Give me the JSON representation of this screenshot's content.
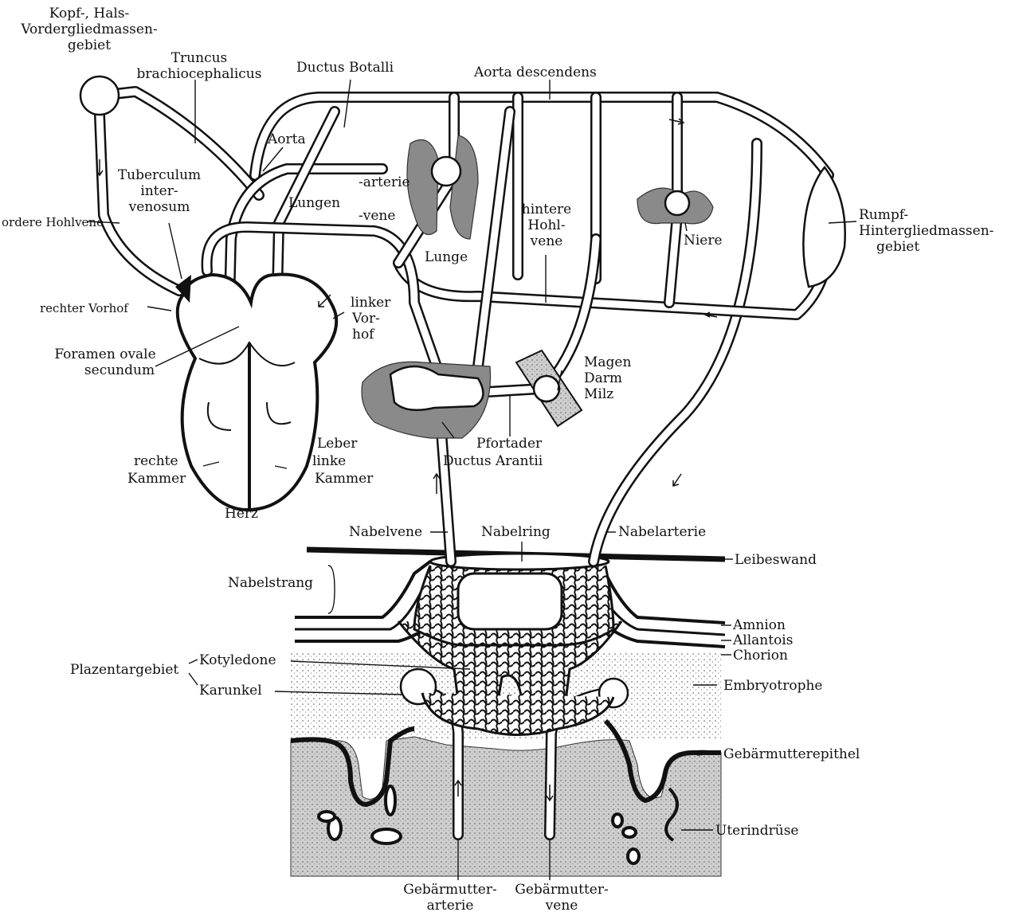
{
  "labels": {
    "kopf": [
      "Kopf-, Hals-",
      "Vordergliedmassen-",
      "gebiet"
    ],
    "truncus": [
      "Truncus",
      "brachiocephalicus"
    ],
    "ductus_botalli": "Ductus Botalli",
    "aorta_descendens": "Aorta descendens",
    "aorta": "Aorta",
    "tuberculum": [
      "Tuberculum",
      "inter-",
      "venosum"
    ],
    "lungen_arterie": "-arterie",
    "lungen": "Lungen",
    "lungen_vene": "-vene",
    "vordere_hohlvene": "ordere Hohlvene",
    "hintere_hohlvene": [
      "hintere",
      "Hohl-",
      "vene"
    ],
    "lunge": "Lunge",
    "niere": "Niere",
    "rumpf": [
      "Rumpf-",
      "Hintergliedmassen-",
      "gebiet"
    ],
    "rechter_vorhof": "rechter Vorhof",
    "linker_vorhof": [
      "linker",
      "Vor-",
      "hof"
    ],
    "foramen": [
      "Foramen ovale",
      "secundum"
    ],
    "magen": [
      "Magen",
      "Darm",
      "Milz"
    ],
    "pfortader": "Pfortader",
    "ductus_arantii": "Ductus Arantii",
    "leber": "Leber",
    "rechte_kammer": [
      "rechte",
      "Kammer"
    ],
    "linke_kammer": [
      "linke",
      "Kammer"
    ],
    "herz": "Herz",
    "nabelvene": "Nabelvene",
    "nabelring": "Nabelring",
    "nabelarterie": "Nabelarterie",
    "leibeswand": "Leibeswand",
    "nabelstrang": "Nabelstrang",
    "amnion": "Amnion",
    "allantois": "Allantois",
    "chorion": "Chorion",
    "kotyledone": "Kotyledone",
    "plazentargebiet": "Plazentargebiet",
    "karunkel": "Karunkel",
    "embryotrophe": "Embryotrophe",
    "gebaermutterepithel": "Gebärmutterepithel",
    "uterindruese": "Uterindrüse",
    "gm_arterie": [
      "Gebärmutter-",
      "arterie"
    ],
    "gm_vene": [
      "Gebärmutter-",
      "vene"
    ]
  }
}
